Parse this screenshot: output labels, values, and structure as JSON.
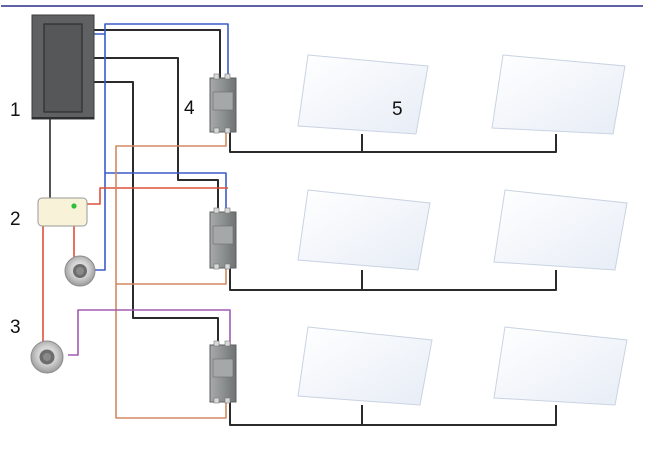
{
  "labels": {
    "panel": "1",
    "controller": "2",
    "sensor": "3",
    "relay": "4",
    "radiator": "5"
  },
  "wire_colors": {
    "power": "#2b2b2b",
    "neutral": "#3b5bc8",
    "signal": "#e0503a",
    "pilot": "#d2895f",
    "sensor": "#a25bb0"
  },
  "colors": {
    "panel": "#5f6162",
    "relay": "#8e9191",
    "frame_edge_left": "#7b2fa0"
  }
}
